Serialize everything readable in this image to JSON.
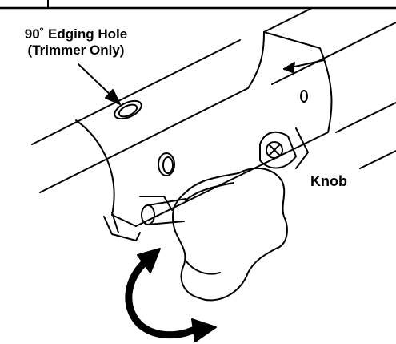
{
  "labels": {
    "edging_hole_line1": "90˚ Edging Hole",
    "edging_hole_line2": "(Trimmer Only)",
    "knob": "Knob"
  },
  "colors": {
    "line": "#000000",
    "background": "#ffffff"
  },
  "icons": {
    "rotation_arrow": "curved-arrow-icon",
    "pointer_arrow": "arrow-icon"
  }
}
